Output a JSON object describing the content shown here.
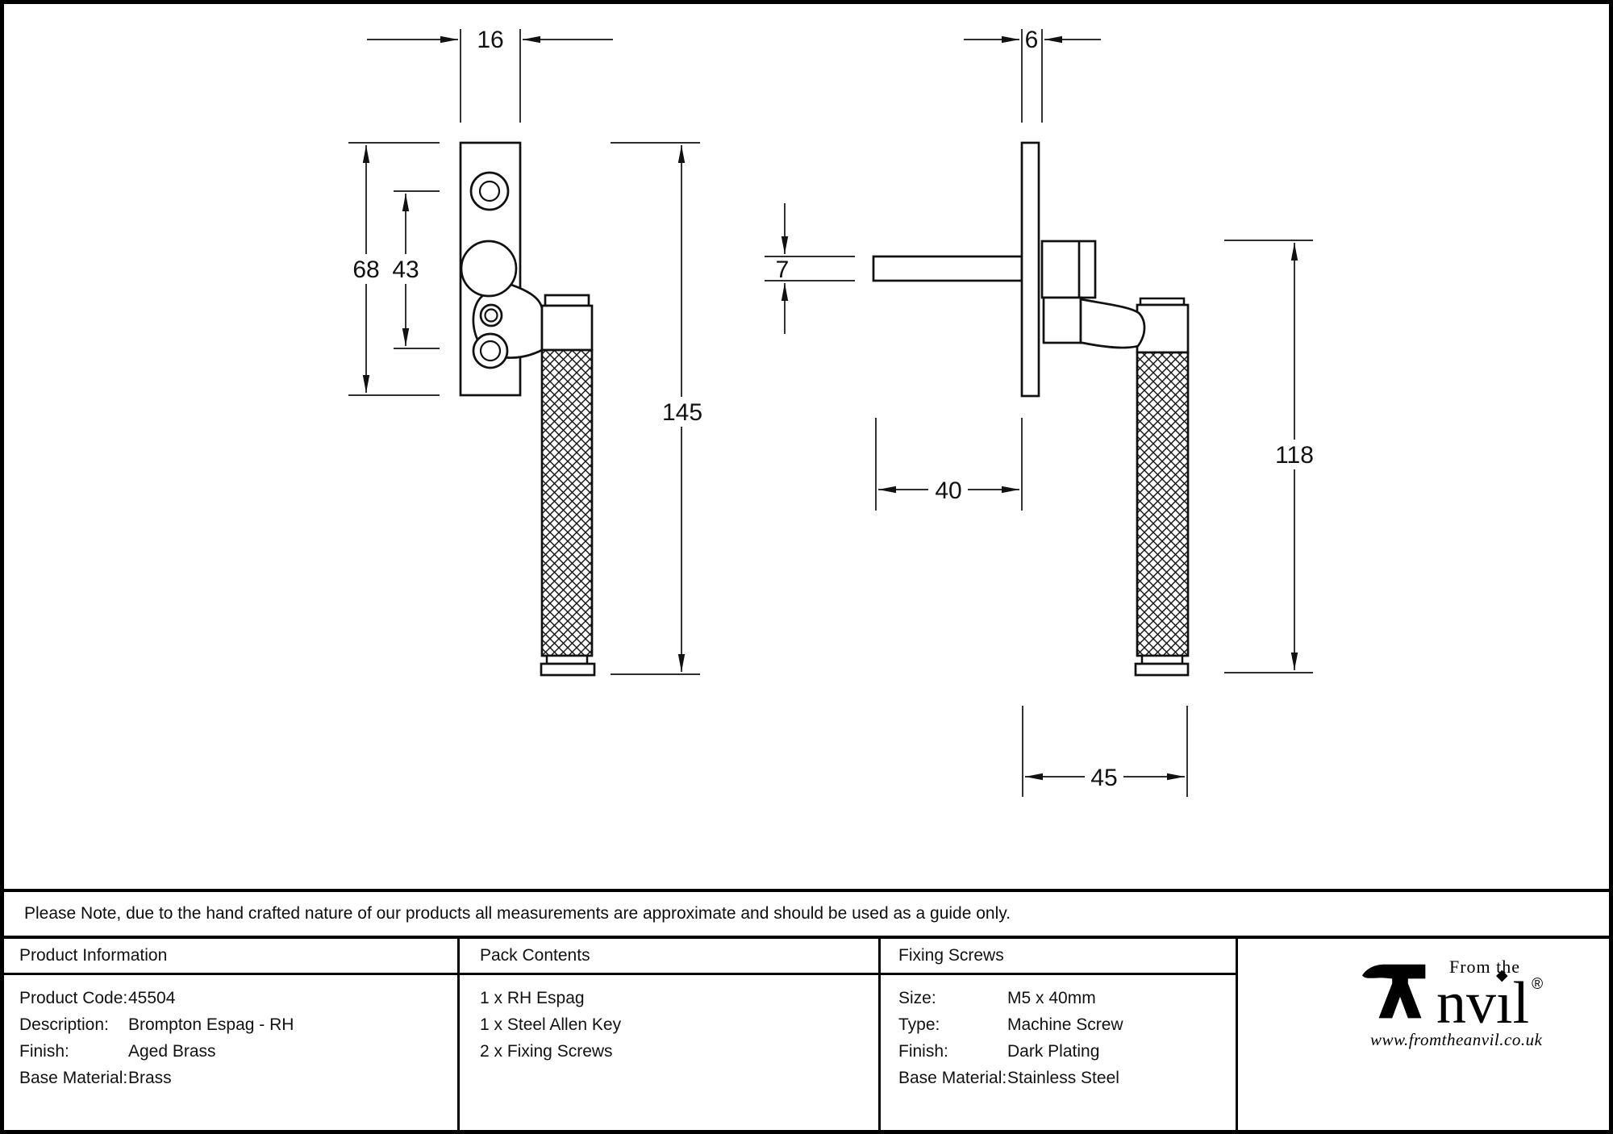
{
  "drawing": {
    "dims": {
      "backplate_width_mm": "16",
      "backplate_height_mm": "68",
      "screw_hole_spacing_mm": "43",
      "overall_height_mm": "145",
      "plate_thickness_mm": "6",
      "spindle_thickness_mm": "7",
      "spindle_length_mm": "40",
      "handle_length_mm": "118",
      "handle_projection_mm": "45"
    }
  },
  "note": "Please Note, due to the hand crafted nature of our products all measurements are approximate and should be used as a guide only.",
  "table": {
    "product_information": {
      "title": "Product Information",
      "rows": [
        {
          "label": "Product Code:",
          "value": "45504"
        },
        {
          "label": "Description:",
          "value": "Brompton Espag - RH"
        },
        {
          "label": "Finish:",
          "value": "Aged Brass"
        },
        {
          "label": "Base Material:",
          "value": "Brass"
        }
      ]
    },
    "pack_contents": {
      "title": "Pack Contents",
      "items": [
        "1 x RH Espag",
        "1 x Steel Allen Key",
        "2 x Fixing Screws"
      ]
    },
    "fixing_screws": {
      "title": "Fixing Screws",
      "rows": [
        {
          "label": "Size:",
          "value": "M5 x 40mm"
        },
        {
          "label": "Type:",
          "value": "Machine Screw"
        },
        {
          "label": "Finish:",
          "value": "Dark Plating"
        },
        {
          "label": "Base Material:",
          "value": "Stainless Steel"
        }
      ]
    }
  },
  "logo": {
    "from_the": "From the",
    "anvil_left": "nv",
    "anvil_dotless_i": "ı",
    "anvil_l": "l",
    "diamond": "◆",
    "registered": "®",
    "url": "www.fromtheanvil.co.uk"
  },
  "colors": {
    "ink": "#111111",
    "paper": "#ffffff"
  }
}
